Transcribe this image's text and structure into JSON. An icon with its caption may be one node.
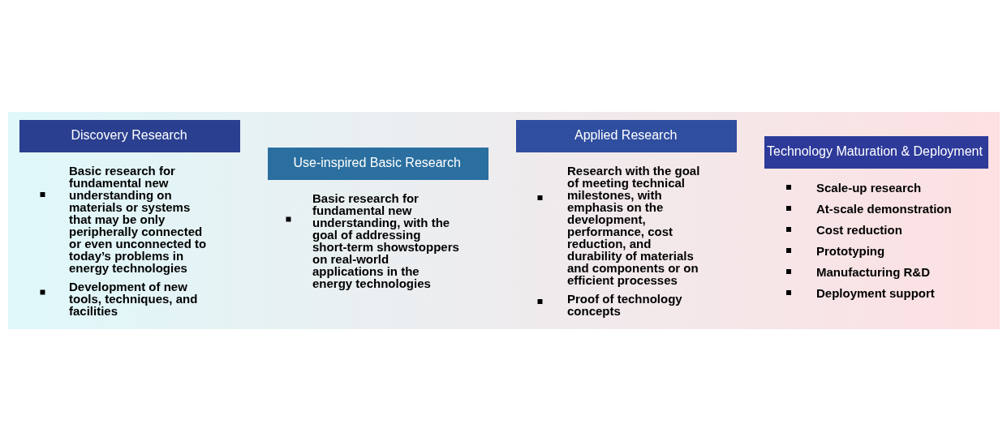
{
  "diagram": {
    "nodes": [
      {
        "text": [
          "Discovery Research",
          "Basic research for fundamental new understanding on materials or systems that may be only peripherally connected or even unconnected to today’s problems in energy technologies",
          "Development of new tools, techniques, and facilities"
        ]
      },
      {
        "text": [
          "Use-inspired Basic Research",
          "Basic research for fundamental new understanding, with the goal of addressing short-term showstoppers on real-world applications in the energy technologies"
        ]
      },
      {
        "text": [
          "Applied Research",
          "Research with the goal of meeting technical milestones, with emphasis on the development, performance, cost reduction, and durability of materials and components or on efficient processes",
          "Proof of technology concepts"
        ]
      },
      {
        "text": [
          "Technology Maturation & Deployment",
          "Scale-up research",
          "At-scale demonstration",
          "Cost reduction",
          "Prototyping",
          "Manufacturing R&D",
          "Deployment support"
        ]
      }
    ],
    "edges": []
  }
}
